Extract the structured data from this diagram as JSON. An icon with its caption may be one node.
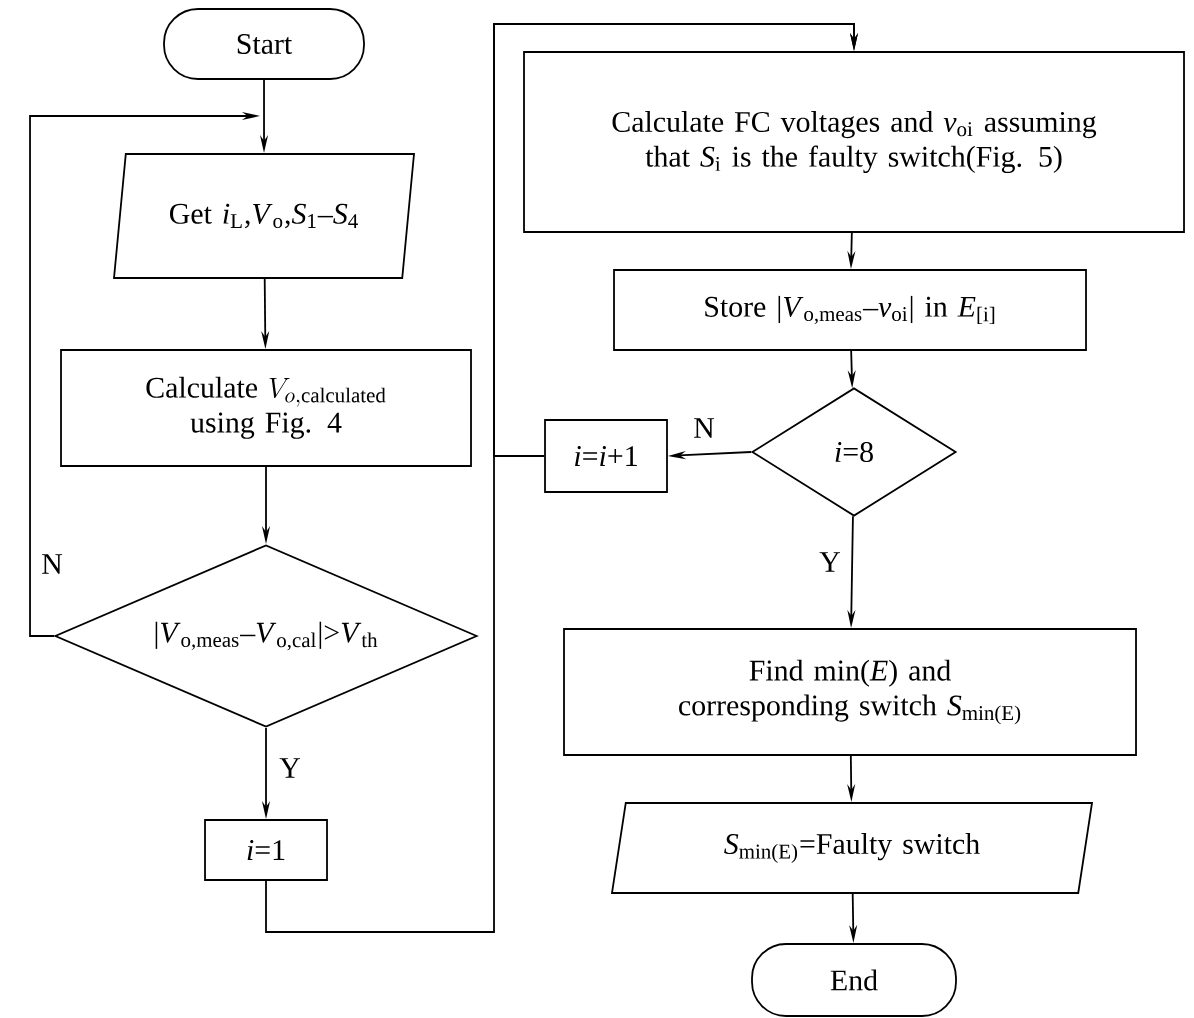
{
  "diagram": {
    "nodes": [
      {
        "text": [
          "Start"
        ]
      },
      {
        "text": [
          "Get *i*$_{L}$,*V*$_{o}$,*S*$_{1}$–*S*$_{4}$"
        ]
      },
      {
        "text": [
          "\\begin{array}{c}\\text{Calculate }V_{o,\\mathrm{calculated}}\\\\ \\text{using Fig. 4}\\end{array}"
        ]
      },
      {
        "text": [
          "|*V*$_{o,meas}$–*V*$_{o,cal}$|>*V*$_{th}$"
        ]
      },
      {
        "text": [
          "*i*=1"
        ]
      },
      {
        "text": [
          "Calculate FC voltages and *v*$_{oi}$ assuming that *S*$_{i}$ is the faulty switch(Fig. 5)"
        ]
      },
      {
        "text": [
          "Store |*V*$_{o,meas}$–*v*$_{oi}$| in *E*$_{[i]}$"
        ]
      },
      {
        "text": [
          "*i*=8"
        ]
      },
      {
        "text": [
          "*i*=*i*+1"
        ]
      },
      {
        "text": [
          "Find min(*E*) and corresponding switch *S*$_{min(E)}$"
        ]
      },
      {
        "text": [
          "*S*$_{min(E)}$=Faulty switch"
        ]
      },
      {
        "text": [
          "End"
        ]
      }
    ],
    "edges": [
      {
        "from": 0,
        "to": 1,
        "arrow": "to"
      },
      {
        "from": 1,
        "to": 2,
        "arrow": "to"
      },
      {
        "from": 2,
        "to": 3,
        "arrow": "to"
      },
      {
        "from": 3,
        "to": 4,
        "arrow": "to",
        "label": "Y"
      },
      {
        "from": 3,
        "to": 1,
        "arrow": "to",
        "label": "N"
      },
      {
        "from": 4,
        "to": 5,
        "arrow": "to"
      },
      {
        "from": 5,
        "to": 6,
        "arrow": "to"
      },
      {
        "from": 6,
        "to": 7,
        "arrow": "to"
      },
      {
        "from": 7,
        "to": 8,
        "arrow": "to",
        "label": "N"
      },
      {
        "from": 8,
        "to": 5,
        "arrow": "to"
      },
      {
        "from": 7,
        "to": 9,
        "arrow": "to",
        "label": "Y"
      },
      {
        "from": 9,
        "to": 10,
        "arrow": "to"
      },
      {
        "from": 10,
        "to": 11,
        "arrow": "to"
      }
    ]
  }
}
